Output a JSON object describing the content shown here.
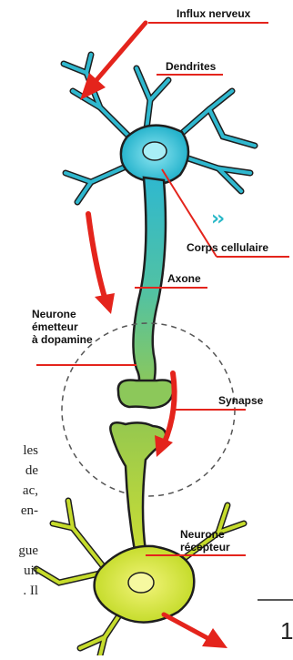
{
  "labels": {
    "influx": "Influx nerveux",
    "dendrites": "Dendrites",
    "corps": "Corps cellulaire",
    "axone": "Axone",
    "emetteur": "Neurone\németteur\nà dopamine",
    "synapse": "Synapse",
    "recepteur": "Neurone\nrécepteur"
  },
  "side_text": "les\nde\nac,\nen-\n\ngue\nuit\n. Il",
  "page_number": "1",
  "chevrons": "››",
  "colors": {
    "arrow": "#e4241c",
    "line": "#e4241c",
    "cell_top": "#2fb8cf",
    "cell_bottom": "#b4d13a",
    "outline": "#1e1e1e"
  }
}
